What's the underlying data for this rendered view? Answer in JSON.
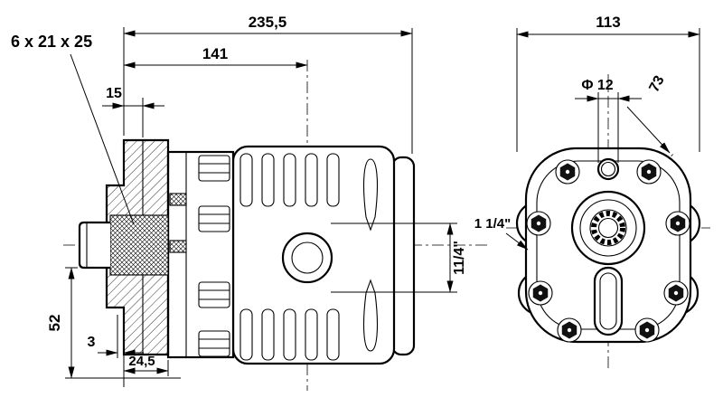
{
  "side_view": {
    "spline_spec": "6 x 21 x 25",
    "dim_overall_length": "235,5",
    "dim_length_to_port": "141",
    "dim_flange_step": "15",
    "dim_height": "52",
    "dim_gap": "3",
    "dim_flange_depth": "24,5",
    "port_size": "11/4\""
  },
  "front_view": {
    "dim_width": "113",
    "dim_hole_diameter": "Φ 12",
    "dim_diagonal_spacing": "73",
    "port_size": "1 1/4\""
  }
}
